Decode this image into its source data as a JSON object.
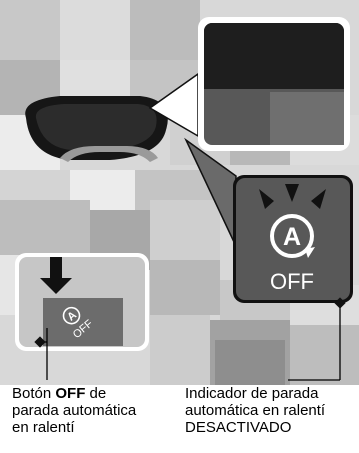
{
  "callouts": {
    "button": {
      "line1_before": "Botón ",
      "line1_bold": "OFF",
      "line1_after": " de",
      "line2": "parada automática",
      "line3": "en ralentí"
    },
    "indicator": {
      "line1": "Indicador de parada",
      "line2": "automática en ralentí",
      "line3": "DESACTIVADO"
    }
  },
  "icons": {
    "indicator_letter": "A",
    "indicator_state": "OFF",
    "button_letter": "A",
    "button_state": "OFF"
  },
  "colors": {
    "panel": "#585858",
    "panel_dark": "#1e1e1e",
    "icon": "#ffffff",
    "arrow": "#111111",
    "mosaic_light": "#e4e4e4",
    "mosaic_mid": "#c8c8c8",
    "mosaic_dark": "#a4a4a4"
  }
}
